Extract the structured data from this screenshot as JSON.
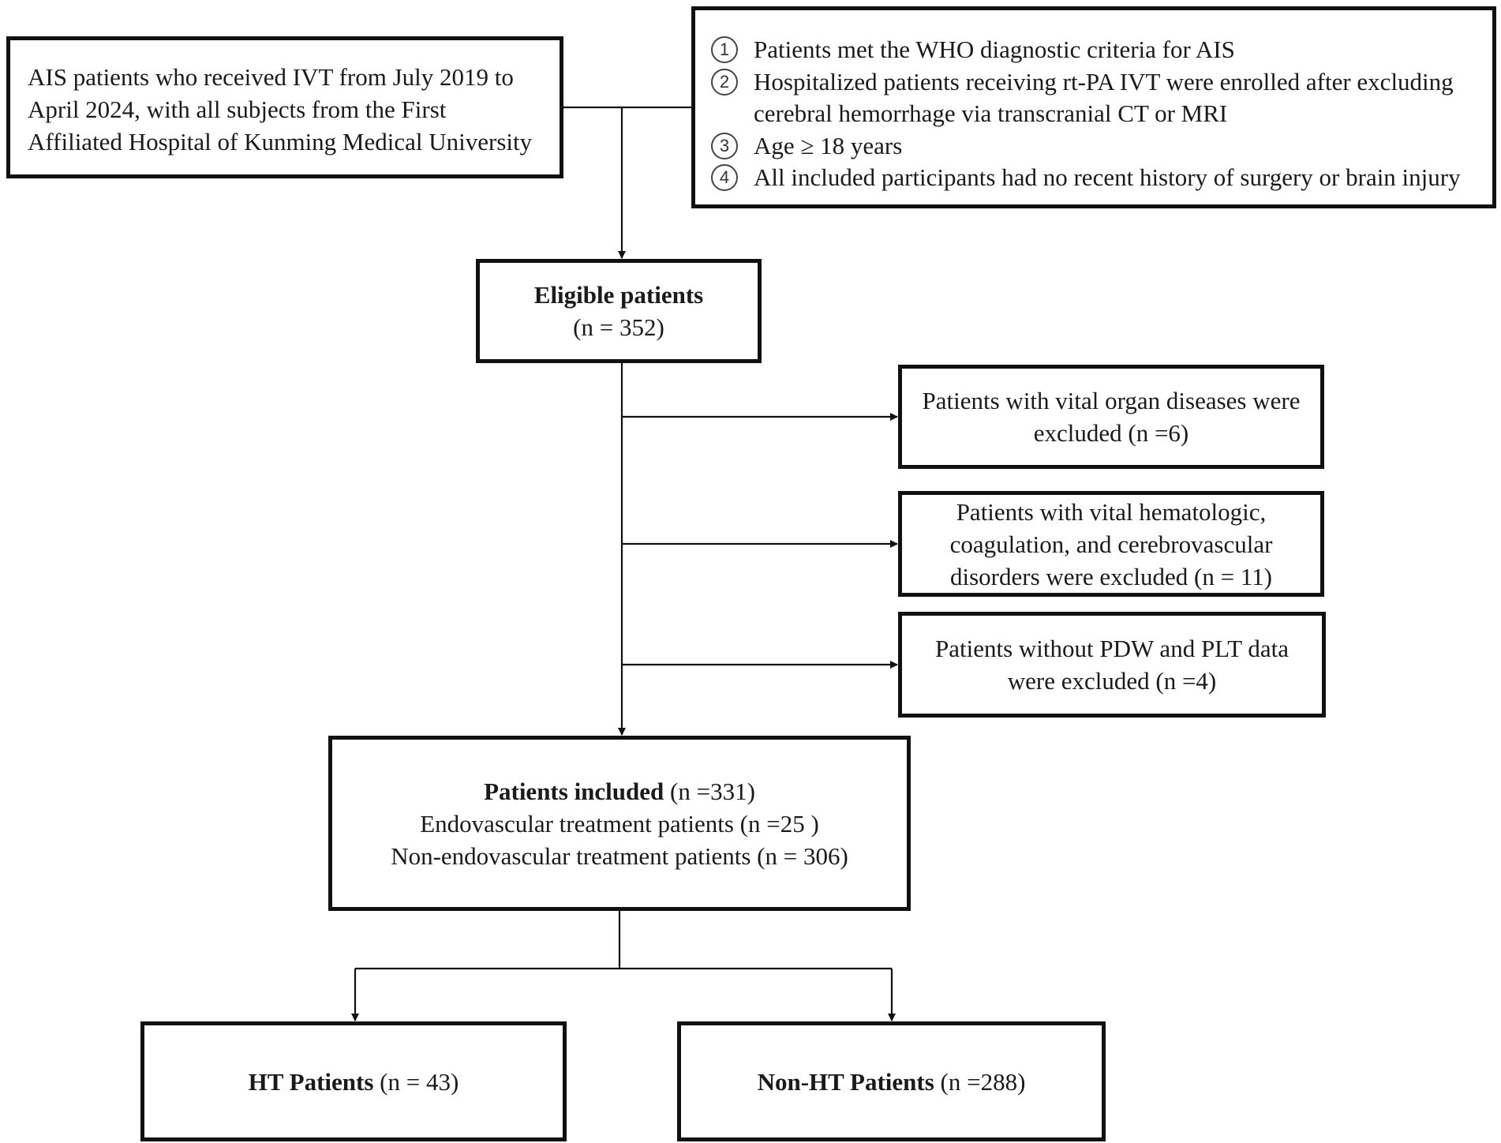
{
  "source": {
    "lines": [
      "AIS patients who received IVT from July 2019 to",
      "April 2024, with all subjects from the First",
      "Affiliated Hospital of Kunming Medical University"
    ]
  },
  "criteria": {
    "items": [
      {
        "num": "1",
        "lines": [
          "Patients met the WHO diagnostic criteria for AIS"
        ]
      },
      {
        "num": "2",
        "lines": [
          "Hospitalized patients receiving rt-PA IVT were enrolled after excluding",
          "cerebral hemorrhage via transcranial CT or MRI"
        ]
      },
      {
        "num": "3",
        "lines": [
          "Age ≥ 18 years"
        ]
      },
      {
        "num": "4",
        "lines": [
          "All included participants had no recent history of surgery or brain injury"
        ]
      }
    ]
  },
  "eligible": {
    "title": "Eligible patients",
    "count": "(n = 352)"
  },
  "exclusions": [
    {
      "lines": [
        "Patients with vital organ diseases were",
        "excluded (n =6)"
      ]
    },
    {
      "lines": [
        "Patients with vital hematologic,",
        "coagulation, and cerebrovascular",
        "disorders were excluded (n = 11)"
      ]
    },
    {
      "lines": [
        "Patients without PDW and PLT data",
        "were excluded (n =4)"
      ]
    }
  ],
  "included": {
    "title": "Patients included",
    "count": " (n =331)",
    "lines": [
      "Endovascular treatment patients (n =25 )",
      "Non-endovascular treatment patients (n = 306)"
    ]
  },
  "ht": {
    "title": "HT Patients",
    "count": " (n = 43)"
  },
  "nonht": {
    "title": "Non-HT Patients",
    "count": " (n =288)"
  }
}
